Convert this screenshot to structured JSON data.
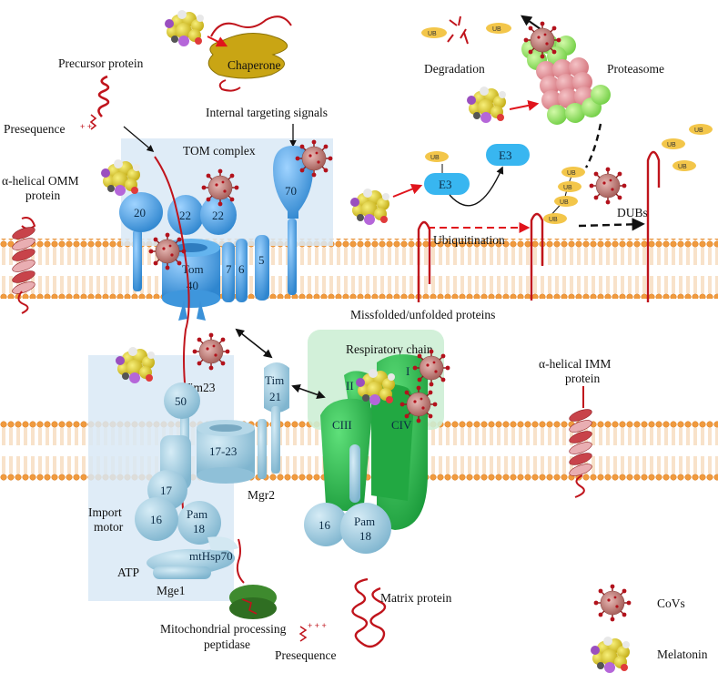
{
  "labels": {
    "precursor_protein": "Precursor protein",
    "presequence_top": "Presequence",
    "chaperone": "Chaperone",
    "internal_targeting": "Internal targeting signals",
    "tom_complex": "TOM complex",
    "omm_protein_1": "α-helical OMM",
    "omm_protein_2": "protein",
    "tom20": "20",
    "tom22a": "22",
    "tom22b": "22",
    "tom70": "70",
    "tom40a": "Tom",
    "tom40b": "40",
    "tom7": "7",
    "tom6": "6",
    "tom5": "5",
    "degradation": "Degradation",
    "proteasome": "Proteasome",
    "e3_a": "E3",
    "e3_b": "E3",
    "ubiquitination": "Ubiquitination",
    "dubs": "DUBs",
    "missfolded": "Missfolded/unfolded proteins",
    "ub": "UB",
    "tim23": "Tim23",
    "tim21a": "Tim",
    "tim21b": "21",
    "tim50": "50",
    "tim1723": "17-23",
    "mgr2": "Mgr2",
    "respiratory_chain": "Respiratory chain",
    "cI": "I",
    "cII": "II",
    "cIII": "CIII",
    "cIV": "CIV",
    "imm_protein_1": "α-helical IMM",
    "imm_protein_2": "protein",
    "import_motor_1": "Import",
    "import_motor_2": "motor",
    "pam17": "17",
    "pam18a": "Pam",
    "pam18b": "18",
    "pam16": "16",
    "mthsp70": "mtHsp70",
    "atp": "ATP",
    "mge1": "Mge1",
    "pam16_right": "16",
    "pam18_right_a": "Pam",
    "pam18_right_b": "18",
    "mpp_1": "Mitochondrial processing",
    "mpp_2": "peptidase",
    "presequence_bottom": "Presequence",
    "matrix_protein": "Matrix protein",
    "legend_covs": "CoVs",
    "legend_melatonin": "Melatonin"
  },
  "colors": {
    "tom_blue": "#4aa3e6",
    "tim_blue": "#9cc9de",
    "green": "#2bb24a",
    "red_chain": "#c0141c",
    "membrane_head": "#f09a3e",
    "ub_yellow": "#f3c64a",
    "e3_blue": "#38b6f0",
    "chaperone_gold": "#c9a514",
    "proteasome_green": "#9be36a",
    "proteasome_pink": "#e5949b"
  }
}
